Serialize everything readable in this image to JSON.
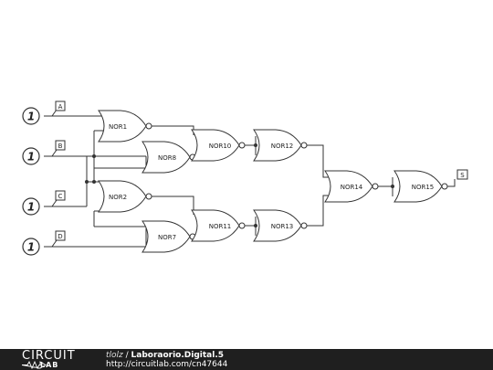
{
  "inputs": [
    {
      "id": "in-a",
      "value": "1",
      "label": "A"
    },
    {
      "id": "in-b",
      "value": "1",
      "label": "B"
    },
    {
      "id": "in-c",
      "value": "1",
      "label": "C"
    },
    {
      "id": "in-d",
      "value": "1",
      "label": "D"
    }
  ],
  "gates": {
    "nor1": "NOR1",
    "nor2": "NOR2",
    "nor7": "NOR7",
    "nor8": "NOR8",
    "nor10": "NOR10",
    "nor11": "NOR11",
    "nor12": "NOR12",
    "nor13": "NOR13",
    "nor14": "NOR14",
    "nor15": "NOR15"
  },
  "output": {
    "label": "S"
  },
  "footer": {
    "logo_top": "CIRCUIT",
    "logo_bottom": "LAB",
    "author": "tlolz",
    "separator": " / ",
    "title": "Laboraorio.Digital.5",
    "url": "http://circuitlab.com/cn47644"
  }
}
